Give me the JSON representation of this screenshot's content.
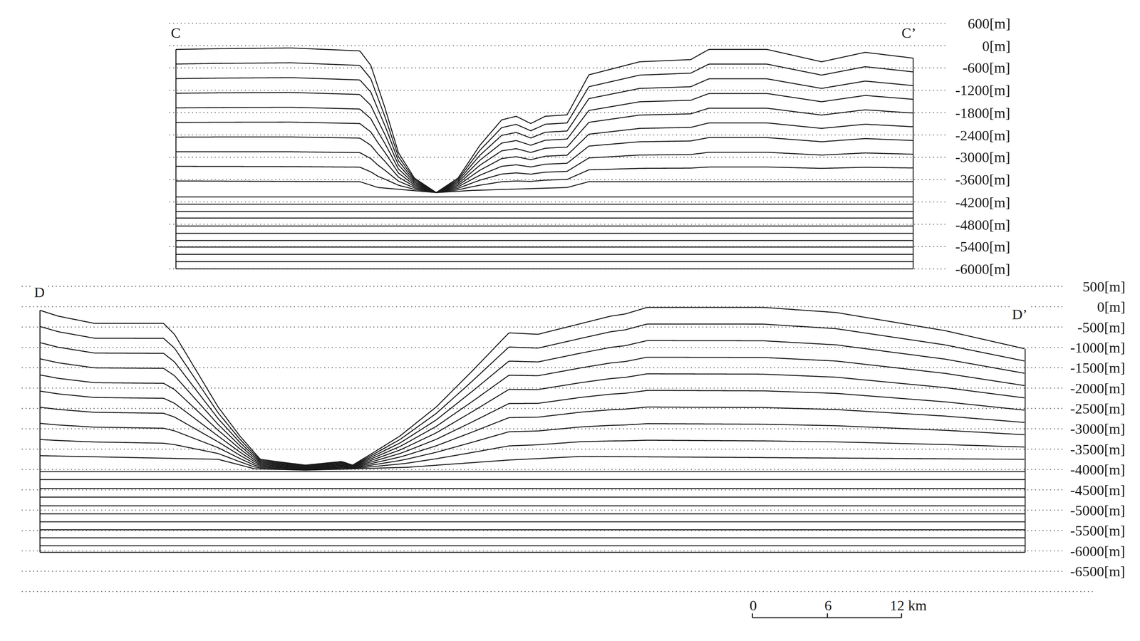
{
  "diagram": {
    "labels": [
      "C",
      "C’",
      "600[m]",
      "0[m]",
      "-600[m]",
      "-1200[m]",
      "-1800[m]",
      "-2400[m]",
      "-3000[m]",
      "-3600[m]",
      "-4200[m]",
      "-4800[m]",
      "-5400[m]",
      "-6000[m]",
      "D",
      "D’",
      "500[m]",
      "0[m]",
      "-500[m]",
      "-1000[m]",
      "-1500[m]",
      "-2000[m]",
      "-2500[m]",
      "-3000[m]",
      "-3500[m]",
      "-4000[m]",
      "-4500[m]",
      "-5000[m]",
      "-5500[m]",
      "-6000[m]",
      "-6500[m]",
      "0",
      "6",
      "12 km"
    ]
  }
}
